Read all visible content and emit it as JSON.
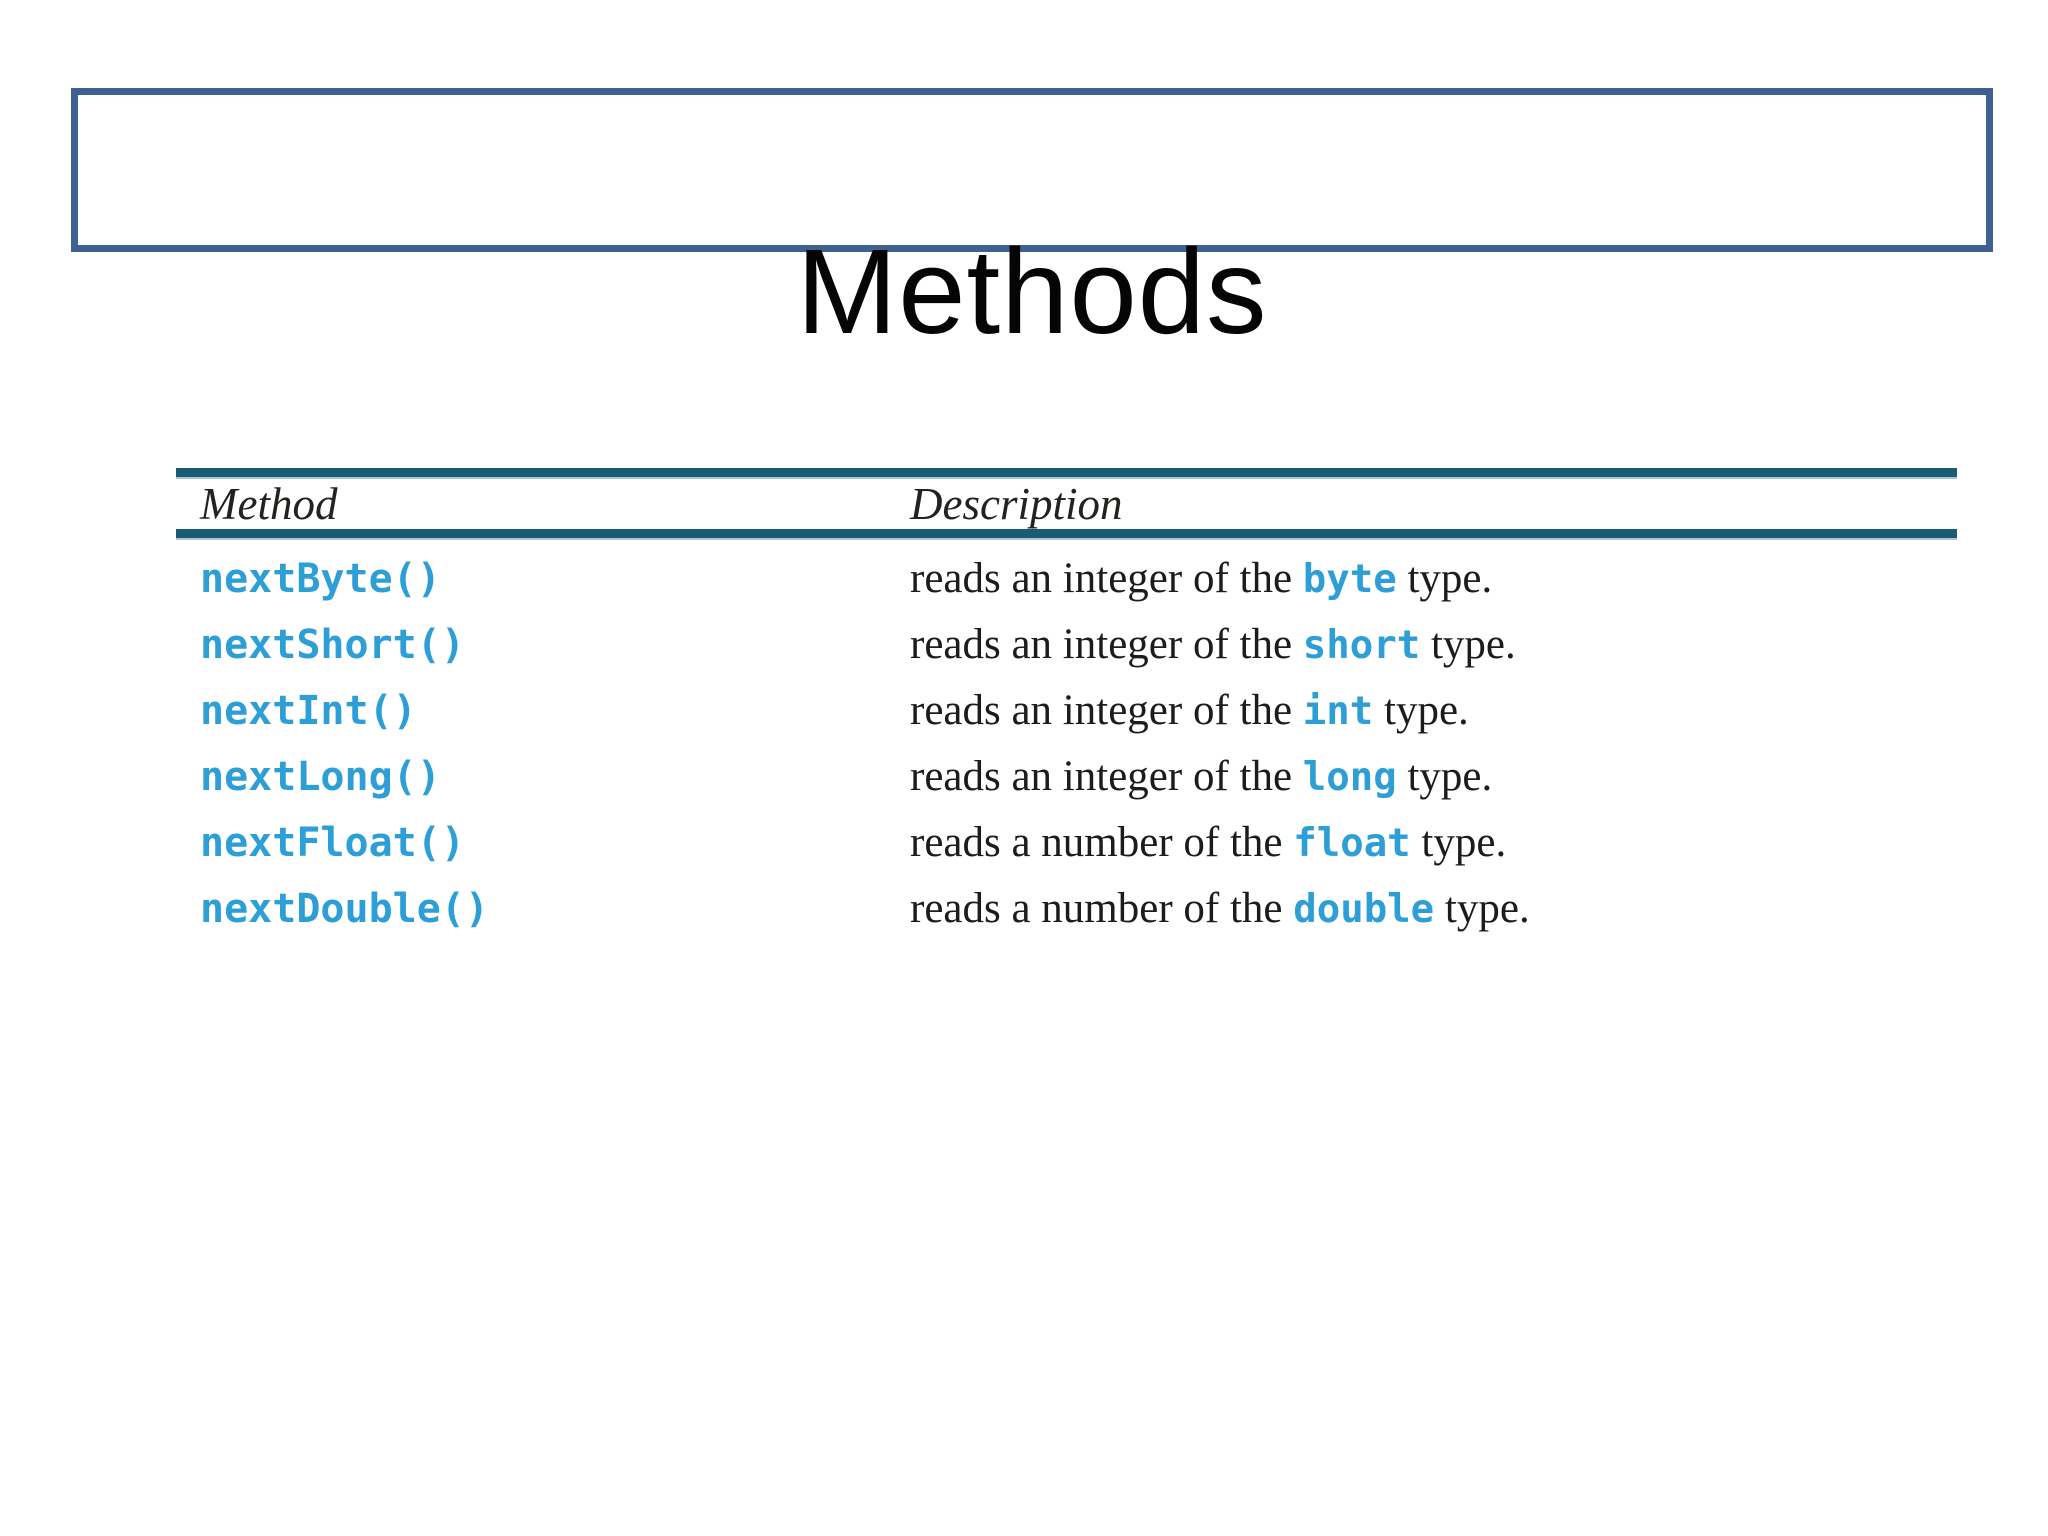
{
  "title": {
    "text": "Methods"
  },
  "table": {
    "columns": [
      "Method",
      "Description"
    ],
    "rows": [
      {
        "method": "nextByte()",
        "desc_prefix": "reads an integer of the ",
        "keyword": "byte",
        "desc_suffix": " type."
      },
      {
        "method": "nextShort()",
        "desc_prefix": "reads an integer of the ",
        "keyword": "short",
        "desc_suffix": " type."
      },
      {
        "method": "nextInt()",
        "desc_prefix": "reads an integer of the ",
        "keyword": "int",
        "desc_suffix": " type."
      },
      {
        "method": "nextLong()",
        "desc_prefix": "reads an integer of the ",
        "keyword": "long",
        "desc_suffix": " type."
      },
      {
        "method": "nextFloat()",
        "desc_prefix": "reads a number of the ",
        "keyword": "float",
        "desc_suffix": " type."
      },
      {
        "method": "nextDouble()",
        "desc_prefix": "reads a number of the ",
        "keyword": "double",
        "desc_suffix": " type."
      }
    ]
  },
  "colors": {
    "title-border": "#3e6191",
    "rule-teal": "#1a5a72",
    "code-blue": "#2d9fd6"
  }
}
